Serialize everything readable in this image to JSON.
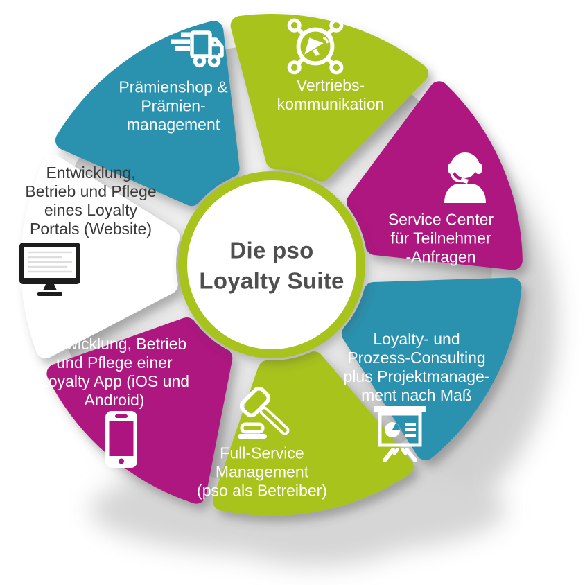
{
  "center": {
    "title": "Die pso\nLoyalty Suite"
  },
  "colors": {
    "blue": "#2b91af",
    "green": "#a7c31a",
    "magenta": "#ae1480",
    "white_segment": "#ffffff",
    "ring_green": "#a7c31a",
    "center_text": "#4f4f4f",
    "dark_text": "#3a3a3a",
    "icon_white": "#ffffff",
    "icon_dark": "#1d1d1b",
    "disc_gray": "#bfbfbf",
    "shadow_gray": "#c9c9c9"
  },
  "segments": [
    {
      "id": "vertriebskommunikation",
      "label": "Vertriebs-\nkommunikation",
      "color": "#a7c31a",
      "text_color": "#ffffff",
      "icon": "megaphone-network-icon"
    },
    {
      "id": "service-center",
      "label": "Service Center\nfür Teilnehmer\n-Anfragen",
      "color": "#ae1480",
      "text_color": "#ffffff",
      "icon": "headset-agent-icon"
    },
    {
      "id": "loyalty-prozess-consulting",
      "label": "Loyalty- und\nProzess-Consulting\nplus Projektmanage-\nment nach Maß",
      "color": "#2b91af",
      "text_color": "#ffffff",
      "icon": "presentation-board-icon"
    },
    {
      "id": "full-service-management",
      "label": "Full-Service\nManagement\n(pso als Betreiber)",
      "color": "#a7c31a",
      "text_color": "#ffffff",
      "icon": "gavel-icon"
    },
    {
      "id": "loyalty-app",
      "label": "Entwicklung, Betrieb\nund Pflege einer\nLoyalty App (iOS und\nAndroid)",
      "color": "#ae1480",
      "text_color": "#ffffff",
      "icon": "smartphone-icon"
    },
    {
      "id": "loyalty-portal",
      "label": "Entwicklung,\nBetrieb und Pflege\neines Loyalty\nPortals (Website)",
      "color": "#ffffff",
      "text_color": "#3a3a3a",
      "icon": "desktop-monitor-icon"
    },
    {
      "id": "praemienshop",
      "label": "Prämienshop &\nPrämien-\nmanagement",
      "color": "#2b91af",
      "text_color": "#ffffff",
      "icon": "delivery-truck-icon"
    }
  ]
}
